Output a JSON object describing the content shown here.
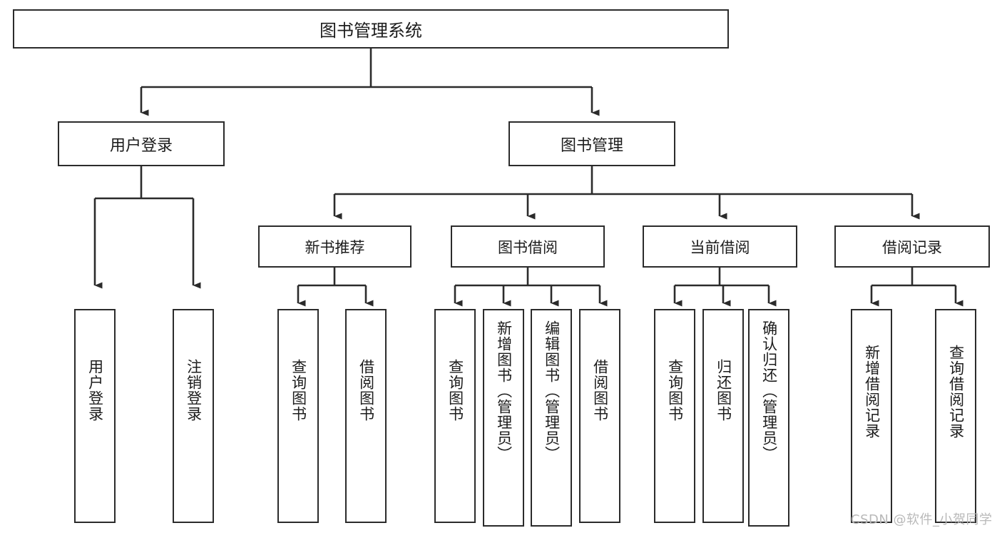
{
  "diagram": {
    "title": "图书管理系统",
    "type": "hierarchy-tree",
    "root": {
      "label": "图书管理系统"
    },
    "level1": [
      {
        "label": "用户登录"
      },
      {
        "label": "图书管理"
      }
    ],
    "level2": [
      {
        "label": "新书推荐"
      },
      {
        "label": "图书借阅"
      },
      {
        "label": "当前借阅"
      },
      {
        "label": "借阅记录"
      }
    ],
    "leaves": {
      "user_login": [
        {
          "label": "用户登录"
        },
        {
          "label": "注销登录"
        }
      ],
      "new_book_recommend": [
        {
          "label": "查询图书"
        },
        {
          "label": "借阅图书"
        }
      ],
      "book_borrow": [
        {
          "label": "查询图书"
        },
        {
          "label": "新增图书（管理员）"
        },
        {
          "label": "编辑图书（管理员）"
        },
        {
          "label": "借阅图书"
        }
      ],
      "current_borrow": [
        {
          "label": "查询图书"
        },
        {
          "label": "归还图书"
        },
        {
          "label": "确认归还（管理员）"
        }
      ],
      "borrow_record": [
        {
          "label": "新增借阅记录"
        },
        {
          "label": "查询借阅记录"
        }
      ]
    }
  },
  "watermark": {
    "text": "CSDN @软件_小贺同学"
  },
  "colors": {
    "border": "#2b2b2b",
    "background": "#ffffff",
    "text": "#1c1c1c",
    "watermark": "#b9b9b9"
  }
}
